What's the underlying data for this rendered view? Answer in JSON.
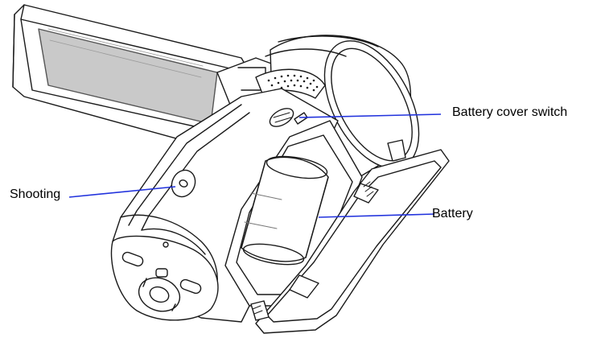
{
  "labels": {
    "shooting": "Shooting",
    "battery_cover_switch": "Battery cover switch",
    "battery": "Battery"
  },
  "colors": {
    "leader_line": "#2233dd",
    "outline": "#1a1a1a",
    "screen_fill": "#c9c9c9",
    "background": "#ffffff"
  },
  "icons": {
    "shutter_button": "camera-icon"
  }
}
